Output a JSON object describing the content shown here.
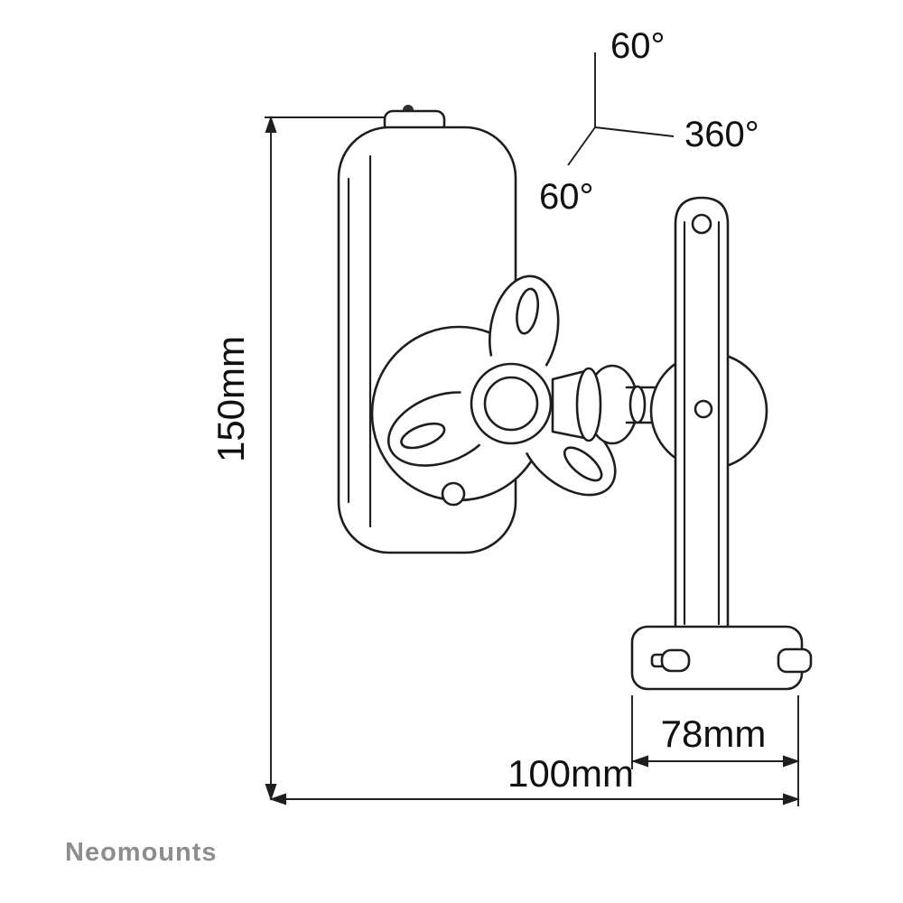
{
  "annotations": {
    "rotation": {
      "top": "60°",
      "swivel": "360°",
      "bottom": "60°"
    },
    "dimensions": {
      "height": "150mm",
      "bracket_width": "78mm",
      "overall_width": "100mm"
    }
  },
  "footer": {
    "brand": "Neomounts"
  },
  "colors": {
    "line": "#1e1e1e",
    "dimension_text": "#101010",
    "brand_text": "#8d8d8d",
    "background": "#ffffff"
  }
}
